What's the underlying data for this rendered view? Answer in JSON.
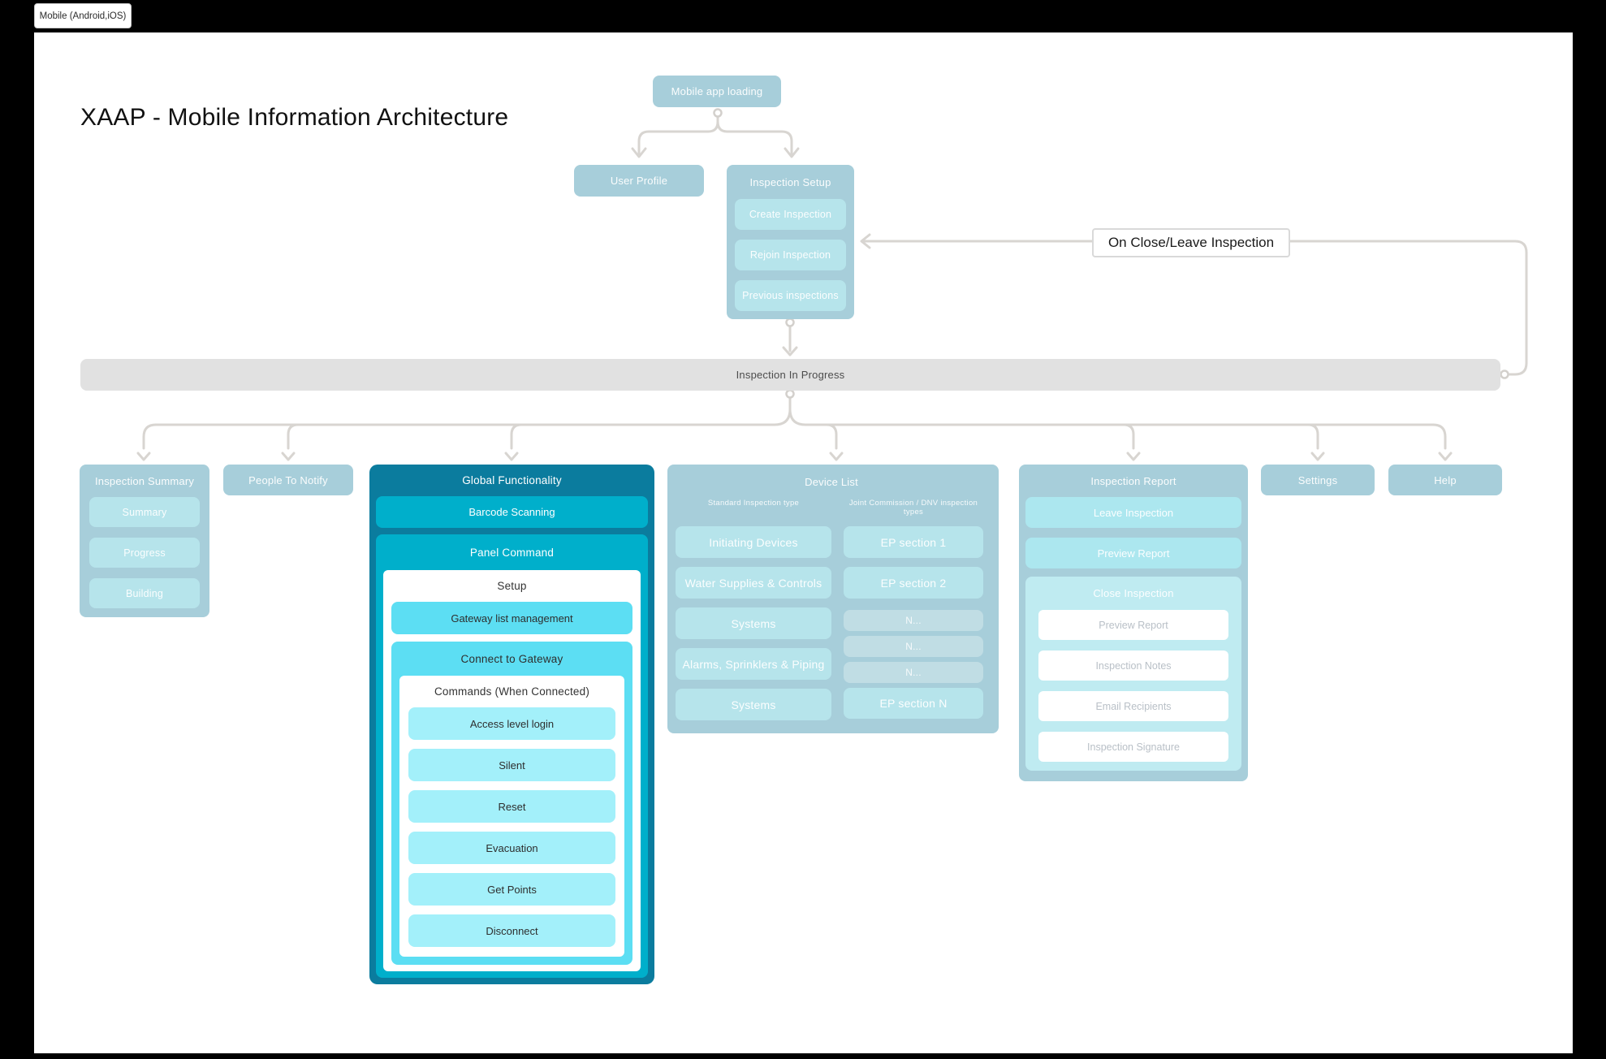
{
  "tab": {
    "label": "Mobile (Android,iOS)"
  },
  "title": "XAAP - Mobile Information Architecture",
  "edge_label": "On Close/Leave Inspection",
  "colors": {
    "page_bg": "#000000",
    "canvas_bg": "#ffffff",
    "node_blue": "#a7ceda",
    "node_blue_light": "#b6e4eb",
    "node_blue_pale": "#c0dde4",
    "bar_gray": "#e1e1e1",
    "connector_gray": "#d8d5d1",
    "teal_dark": "#0b7c9e",
    "teal_bright": "#00afcb",
    "cyan": "#5cdef3",
    "cyan_pale": "#a3f0fa",
    "report_child": "#ace7ef",
    "report_close_bg": "#bfebf1",
    "muted_text": "#b9c0c7"
  },
  "nodes": {
    "mobile_app_loading": "Mobile app loading",
    "user_profile": "User Profile",
    "inspection_setup": {
      "title": "Inspection Setup",
      "children": [
        "Create Inspection",
        "Rejoin Inspection",
        "Previous inspections"
      ]
    },
    "inspection_in_progress": "Inspection In Progress",
    "inspection_summary": {
      "title": "Inspection Summary",
      "children": [
        "Summary",
        "Progress",
        "Building"
      ]
    },
    "people_to_notify": "People To Notify",
    "global": {
      "title": "Global Functionality",
      "barcode": "Barcode Scanning",
      "panel": {
        "title": "Panel Command",
        "setup": {
          "title": "Setup",
          "gateway": "Gateway list management",
          "connect": {
            "title": "Connect to Gateway",
            "commands": {
              "title": "Commands (When Connected)",
              "items": [
                "Access level login",
                "Silent",
                "Reset",
                "Evacuation",
                "Get Points",
                "Disconnect"
              ]
            }
          }
        }
      }
    },
    "device_list": {
      "title": "Device List",
      "columns": [
        {
          "header": "Standard Inspection type",
          "items": [
            "Initiating Devices",
            "Water Supplies & Controls",
            "Systems",
            "Alarms, Sprinklers & Piping",
            "Systems"
          ]
        },
        {
          "header": "Joint Commission / DNV inspection types",
          "items": [
            "EP section 1",
            "EP section 2",
            "N...",
            "N...",
            "N...",
            "EP section N"
          ]
        }
      ]
    },
    "inspection_report": {
      "title": "Inspection Report",
      "children": [
        "Leave Inspection",
        "Preview Report"
      ],
      "close_inspection": {
        "title": "Close Inspection",
        "items": [
          "Preview Report",
          "Inspection Notes",
          "Email Recipients",
          "Inspection Signature"
        ]
      }
    },
    "settings": "Settings",
    "help": "Help"
  }
}
